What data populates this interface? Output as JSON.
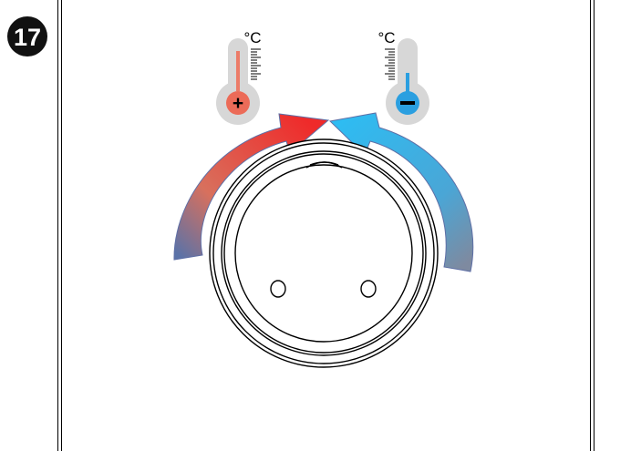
{
  "step_number": "17",
  "unit_label_hot": "°C",
  "unit_label_cold": "°C",
  "hot_sign": "+",
  "cold_sign": "–",
  "colors": {
    "hot": "#ef3b3b",
    "hot_thermometer": "#ec7b68",
    "cold": "#3bb7ea",
    "cold_thermometer": "#2b9fe0",
    "arrow_tail": "#5a72a8",
    "badge": "#111111",
    "thermometer_body": "#d7d7d7",
    "frame": "#000000"
  },
  "icons": {
    "hot": "thermometer-hot-icon",
    "cold": "thermometer-cold-icon",
    "rotate_hot": "rotate-left-arrow-icon",
    "rotate_cold": "rotate-right-arrow-icon"
  }
}
